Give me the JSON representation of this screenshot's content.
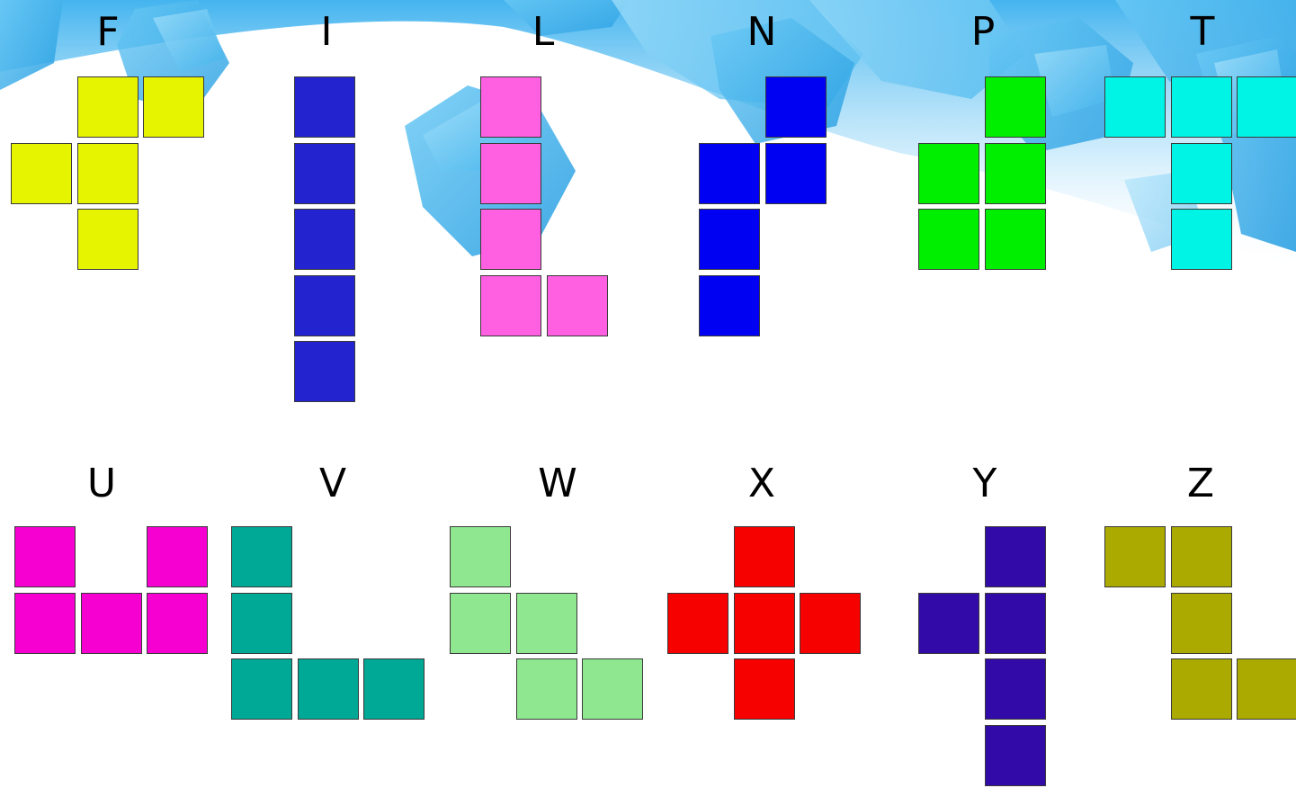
{
  "pieces": [
    {
      "letter": "F",
      "color": "#e6f400",
      "cells": [
        [
          1,
          0
        ],
        [
          2,
          0
        ],
        [
          0,
          1
        ],
        [
          1,
          1
        ],
        [
          1,
          2
        ]
      ]
    },
    {
      "letter": "I",
      "color": "#2323cf",
      "cells": [
        [
          0,
          0
        ],
        [
          0,
          1
        ],
        [
          0,
          2
        ],
        [
          0,
          3
        ],
        [
          0,
          4
        ]
      ]
    },
    {
      "letter": "L",
      "color": "#ff5fe1",
      "cells": [
        [
          0,
          0
        ],
        [
          0,
          1
        ],
        [
          0,
          2
        ],
        [
          0,
          3
        ],
        [
          1,
          3
        ]
      ]
    },
    {
      "letter": "N",
      "color": "#0000f3",
      "cells": [
        [
          1,
          0
        ],
        [
          0,
          1
        ],
        [
          1,
          1
        ],
        [
          0,
          2
        ],
        [
          0,
          3
        ]
      ]
    },
    {
      "letter": "P",
      "color": "#00ee00",
      "cells": [
        [
          1,
          0
        ],
        [
          0,
          1
        ],
        [
          1,
          1
        ],
        [
          0,
          2
        ],
        [
          1,
          2
        ]
      ]
    },
    {
      "letter": "T",
      "color": "#00f4e6",
      "cells": [
        [
          0,
          0
        ],
        [
          1,
          0
        ],
        [
          2,
          0
        ],
        [
          1,
          1
        ],
        [
          1,
          2
        ]
      ]
    },
    {
      "letter": "U",
      "color": "#f600d2",
      "cells": [
        [
          0,
          0
        ],
        [
          2,
          0
        ],
        [
          0,
          1
        ],
        [
          1,
          1
        ],
        [
          2,
          1
        ]
      ]
    },
    {
      "letter": "V",
      "color": "#00a896",
      "cells": [
        [
          0,
          0
        ],
        [
          0,
          1
        ],
        [
          0,
          2
        ],
        [
          1,
          2
        ],
        [
          2,
          2
        ]
      ]
    },
    {
      "letter": "W",
      "color": "#8fe88f",
      "cells": [
        [
          0,
          0
        ],
        [
          0,
          1
        ],
        [
          1,
          1
        ],
        [
          1,
          2
        ],
        [
          2,
          2
        ]
      ]
    },
    {
      "letter": "X",
      "color": "#f60000",
      "cells": [
        [
          1,
          0
        ],
        [
          0,
          1
        ],
        [
          1,
          1
        ],
        [
          2,
          1
        ],
        [
          1,
          2
        ]
      ]
    },
    {
      "letter": "Y",
      "color": "#320aa8",
      "cells": [
        [
          1,
          0
        ],
        [
          0,
          1
        ],
        [
          1,
          1
        ],
        [
          1,
          2
        ],
        [
          1,
          3
        ]
      ]
    },
    {
      "letter": "Z",
      "color": "#aaaa00",
      "cells": [
        [
          0,
          0
        ],
        [
          1,
          0
        ],
        [
          1,
          1
        ],
        [
          1,
          2
        ],
        [
          2,
          2
        ]
      ]
    }
  ]
}
